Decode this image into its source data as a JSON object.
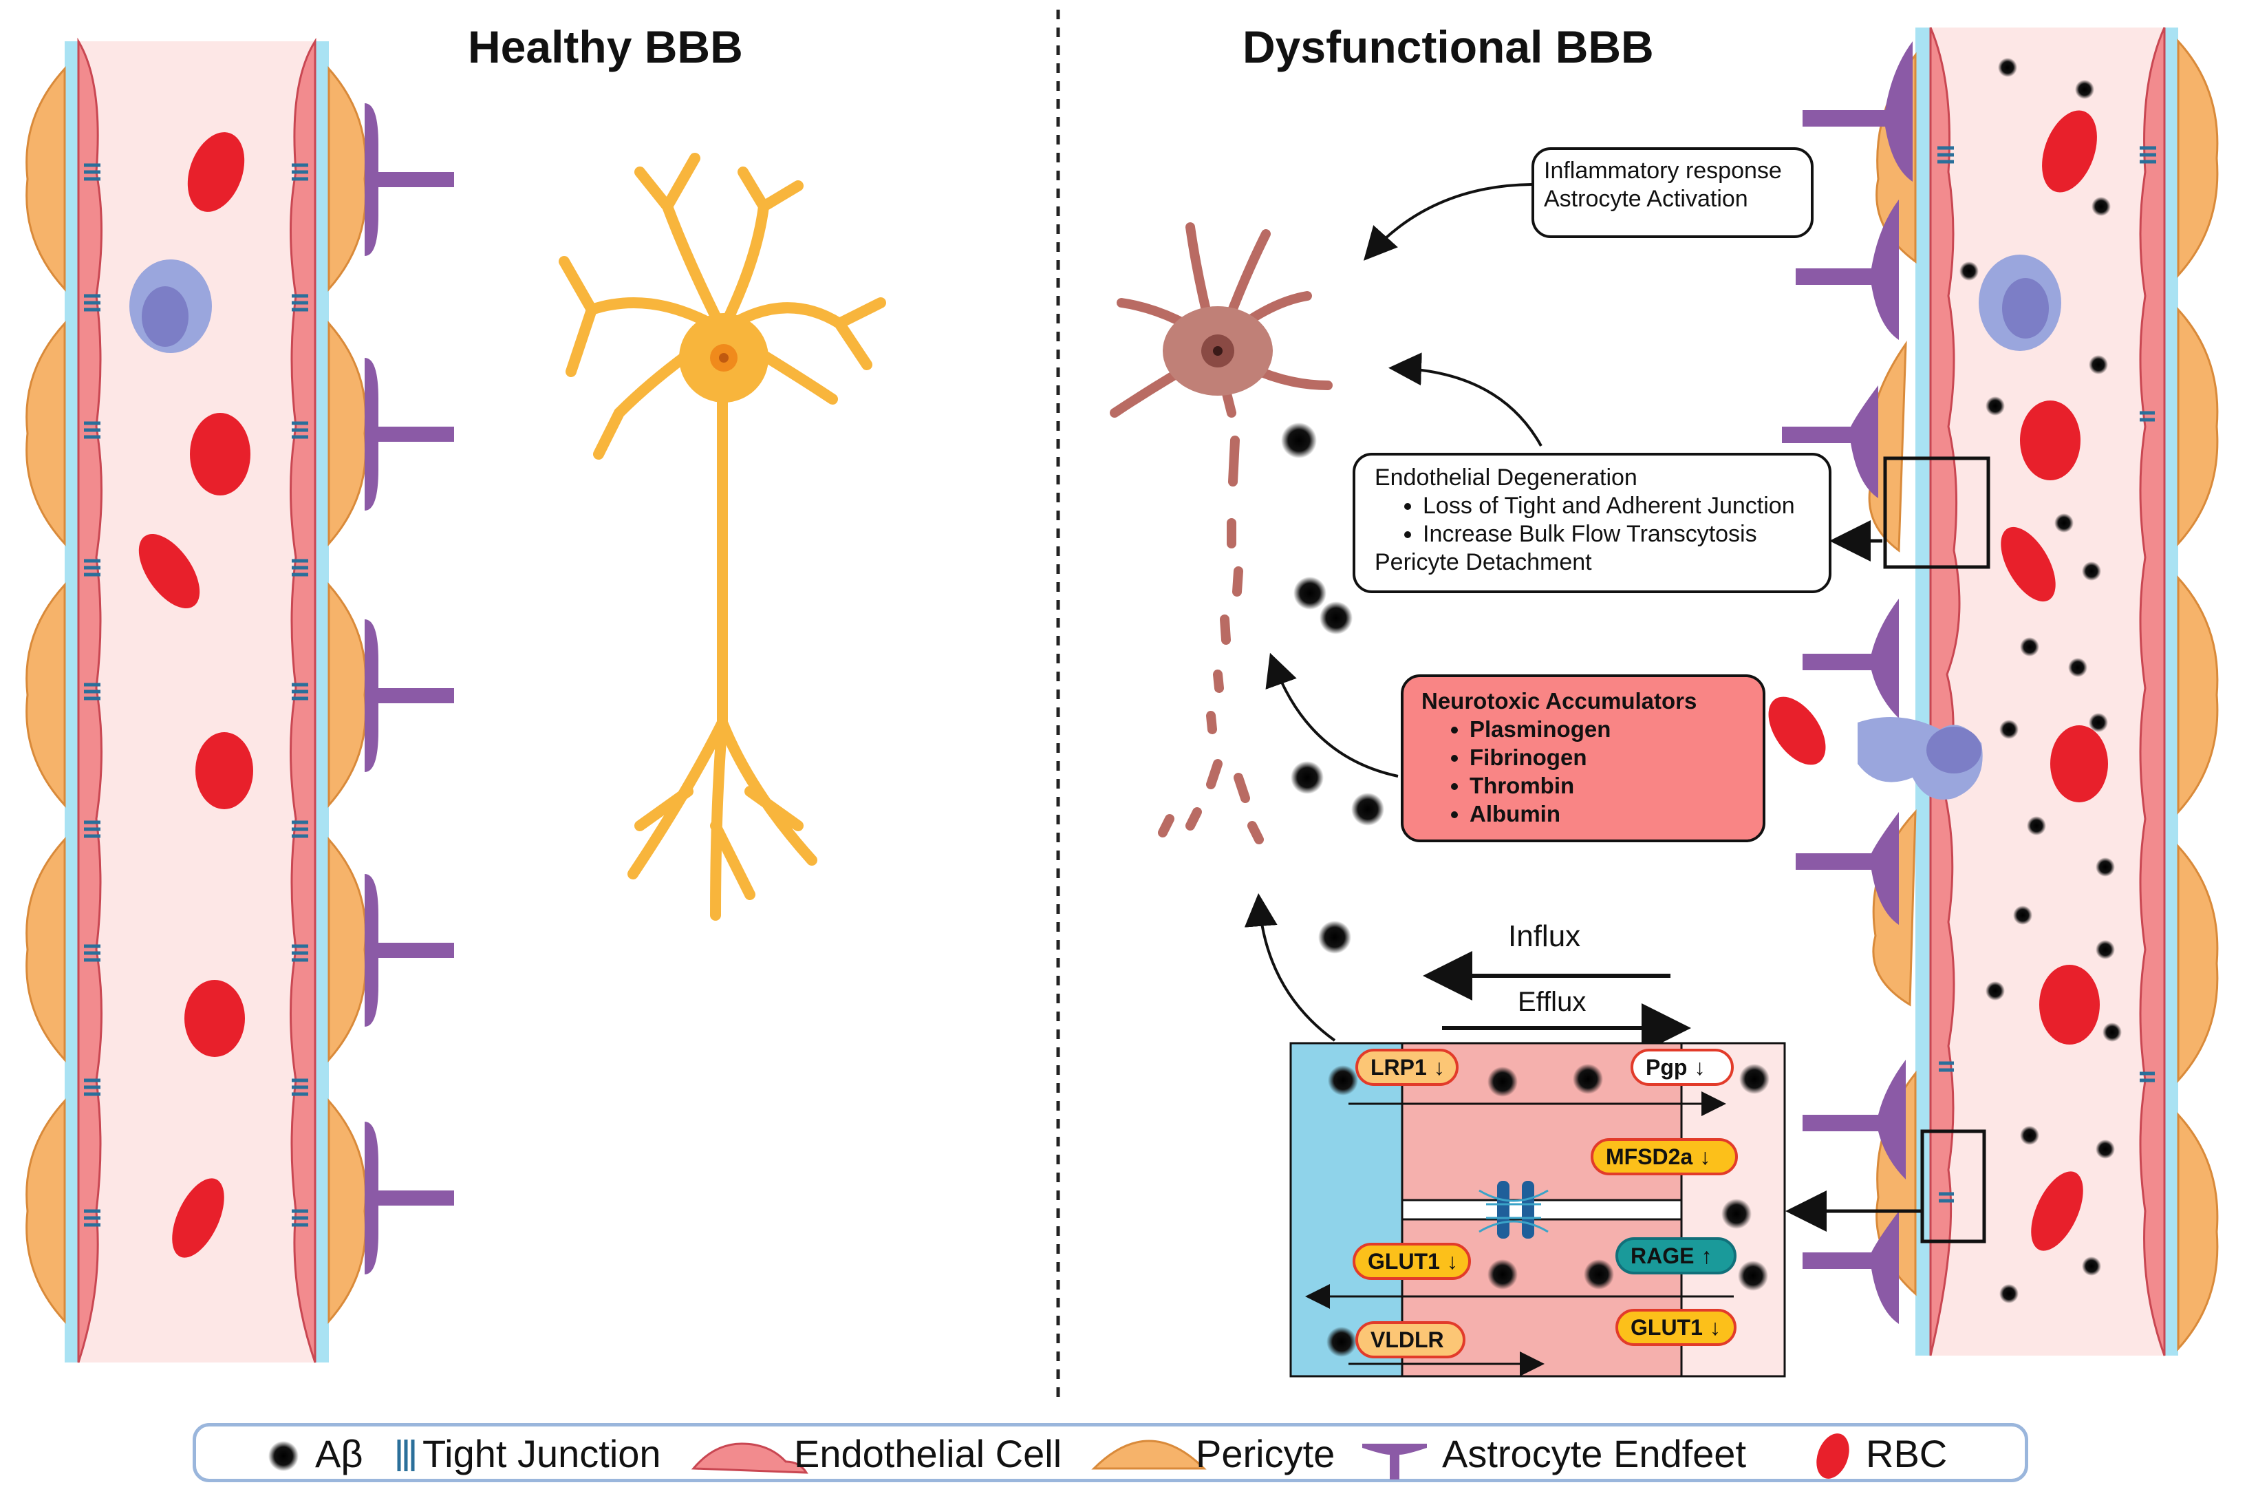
{
  "titles": {
    "left": "Healthy BBB",
    "right": "Dysfunctional  BBB"
  },
  "boxes": {
    "inflammatory": [
      "Inflammatory response",
      "Astrocyte Activation"
    ],
    "endothelial": {
      "heading": "Endothelial Degeneration",
      "bullets": [
        "Loss of Tight and Adherent Junction",
        "Increase Bulk Flow Transcytosis"
      ],
      "footer": "Pericyte Detachment"
    },
    "neurotoxic": {
      "heading": "Neurotoxic Accumulators",
      "bullets": [
        "Plasminogen",
        "Fibrinogen",
        "Thrombin",
        "Albumin"
      ]
    }
  },
  "transport": {
    "influx": "Influx",
    "efflux": "Efflux",
    "transporters": [
      {
        "name": "LRP1",
        "arrow": "↓"
      },
      {
        "name": "Pgp",
        "arrow": "↓"
      },
      {
        "name": "MFSD2a",
        "arrow": "↓"
      },
      {
        "name": "GLUT1",
        "arrow": "↓"
      },
      {
        "name": "RAGE",
        "arrow": "↑"
      },
      {
        "name": "GLUT1",
        "arrow": "↓"
      },
      {
        "name": "VLDLR",
        "arrow": ""
      }
    ]
  },
  "legend": {
    "items": [
      "Aβ",
      "Tight Junction",
      "Endothelial Cell",
      "Pericyte",
      "Astrocyte Endfeet",
      "RBC"
    ]
  },
  "colors": {
    "endothelial": "#f28b8e",
    "lumen": "#fde7e6",
    "pericyte": "#f6b36a",
    "astrocyte": "#8b5aa6",
    "rbc": "#e8202b",
    "basement": "#a9e2f3",
    "neuron_healthy": "#f8b53c",
    "neuron_damaged": "#b96b63",
    "neurotoxic_box": "#f98585",
    "abeta": "#111111"
  }
}
